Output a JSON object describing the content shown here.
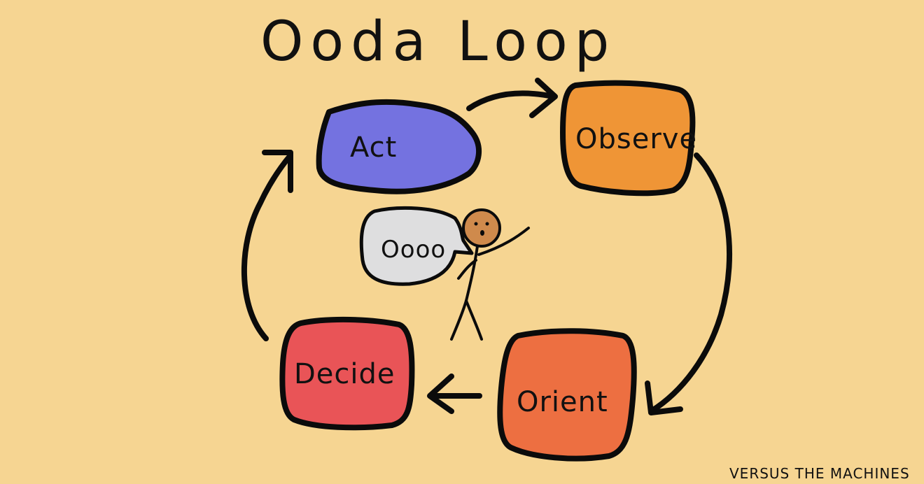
{
  "title": "Ooda Loop",
  "nodes": {
    "act": {
      "label": "Act",
      "color": "#7472e0"
    },
    "observe": {
      "label": "Observe",
      "color": "#ef9536"
    },
    "orient": {
      "label": "Orient",
      "color": "#ed6f41"
    },
    "decide": {
      "label": "Decide",
      "color": "#e95457"
    }
  },
  "speech_bubble": {
    "label": "Oooo",
    "color": "#dededf"
  },
  "figure": {
    "head_color": "#cf8a4c"
  },
  "credit": "VERSUS THE MACHINES",
  "background": "#f6d592"
}
